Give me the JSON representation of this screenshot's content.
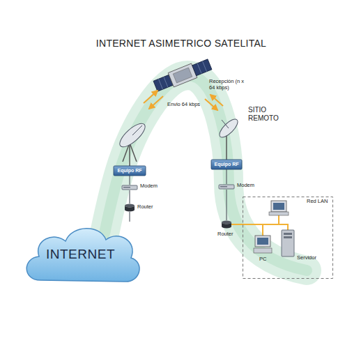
{
  "diagram": {
    "title": "INTERNET ASIMETRICO SATELITAL",
    "nodes": [
      {
        "text": [
          "Equipo RF"
        ]
      },
      {
        "text": [
          "Equipo RF"
        ]
      },
      {
        "text": [
          "Modem"
        ]
      },
      {
        "text": [
          "Modem"
        ]
      },
      {
        "text": [
          "Router"
        ]
      },
      {
        "text": [
          "Red LAN"
        ]
      },
      {
        "text": [
          "Router"
        ]
      },
      {
        "text": [
          "PC"
        ],
        "in": 5
      },
      {
        "text": [
          "Servidor"
        ],
        "in": 5
      },
      {
        "text": [
          "INTERNET"
        ]
      }
    ],
    "edges": [
      {
        "from": 0,
        "to": 2,
        "arrow": "none"
      },
      {
        "from": 2,
        "to": 4,
        "arrow": "none"
      },
      {
        "from": 4,
        "to": 9,
        "arrow": "none"
      },
      {
        "from": 1,
        "to": 3,
        "arrow": "none"
      },
      {
        "from": 3,
        "to": 6,
        "arrow": "none"
      },
      {
        "from": 6,
        "to": 7,
        "arrow": "none"
      },
      {
        "from": 6,
        "to": 8,
        "arrow": "none"
      }
    ],
    "labels": [
      "Recepción (n x 64 kbps)",
      "Envio 64 kbps",
      "SITIO REMOTO"
    ]
  }
}
